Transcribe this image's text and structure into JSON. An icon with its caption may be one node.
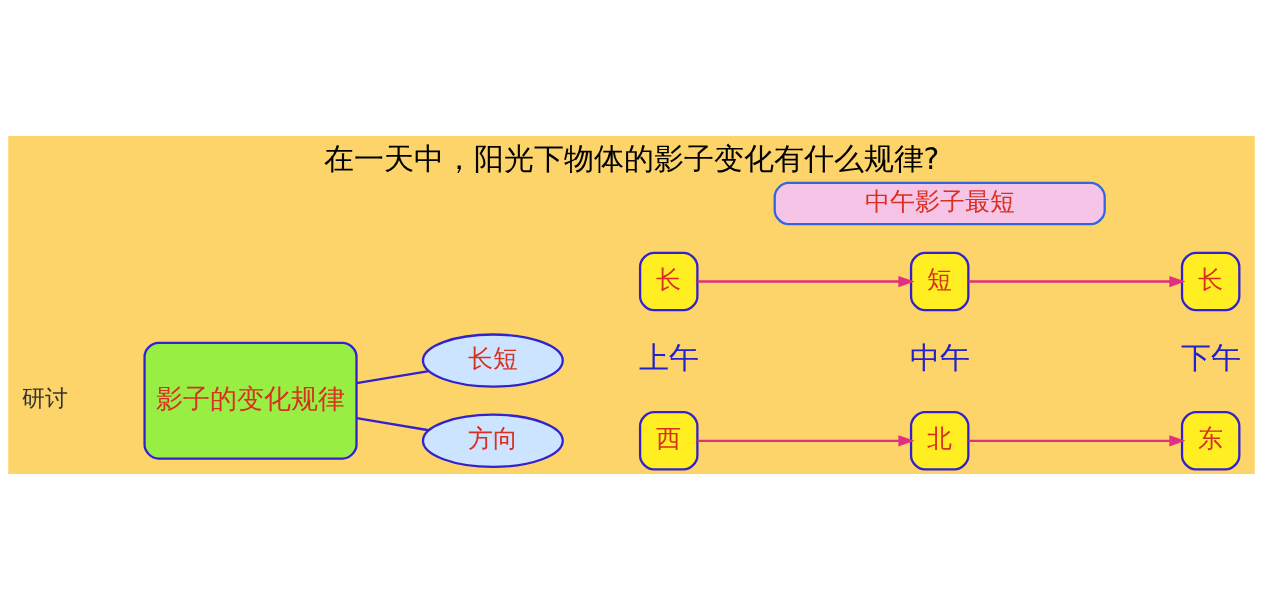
{
  "diagram": {
    "title": "在一天中，阳光下物体的影子变化有什么规律?",
    "nodes": [
      {
        "text": [
          "影子的变化规律"
        ]
      },
      {
        "text": [
          "长短"
        ]
      },
      {
        "text": [
          "方向"
        ]
      },
      {
        "text": [
          "长"
        ]
      },
      {
        "text": [
          "短"
        ]
      },
      {
        "text": [
          "长"
        ]
      },
      {
        "text": [
          "中午影子最短"
        ]
      },
      {
        "text": [
          "西"
        ]
      },
      {
        "text": [
          "北"
        ]
      },
      {
        "text": [
          "东"
        ]
      }
    ],
    "edges": [
      {
        "from": 0,
        "to": 1,
        "arrow": "none",
        "color": "#3322cc"
      },
      {
        "from": 0,
        "to": 2,
        "arrow": "none",
        "color": "#3322cc"
      },
      {
        "from": 3,
        "to": 4,
        "arrow": "to"
      },
      {
        "from": 4,
        "to": 5,
        "arrow": "to"
      },
      {
        "from": 7,
        "to": 8,
        "arrow": "to"
      },
      {
        "from": 8,
        "to": 9,
        "arrow": "to"
      }
    ],
    "labels": [
      "研讨",
      "上午",
      "中午",
      "下午"
    ]
  }
}
